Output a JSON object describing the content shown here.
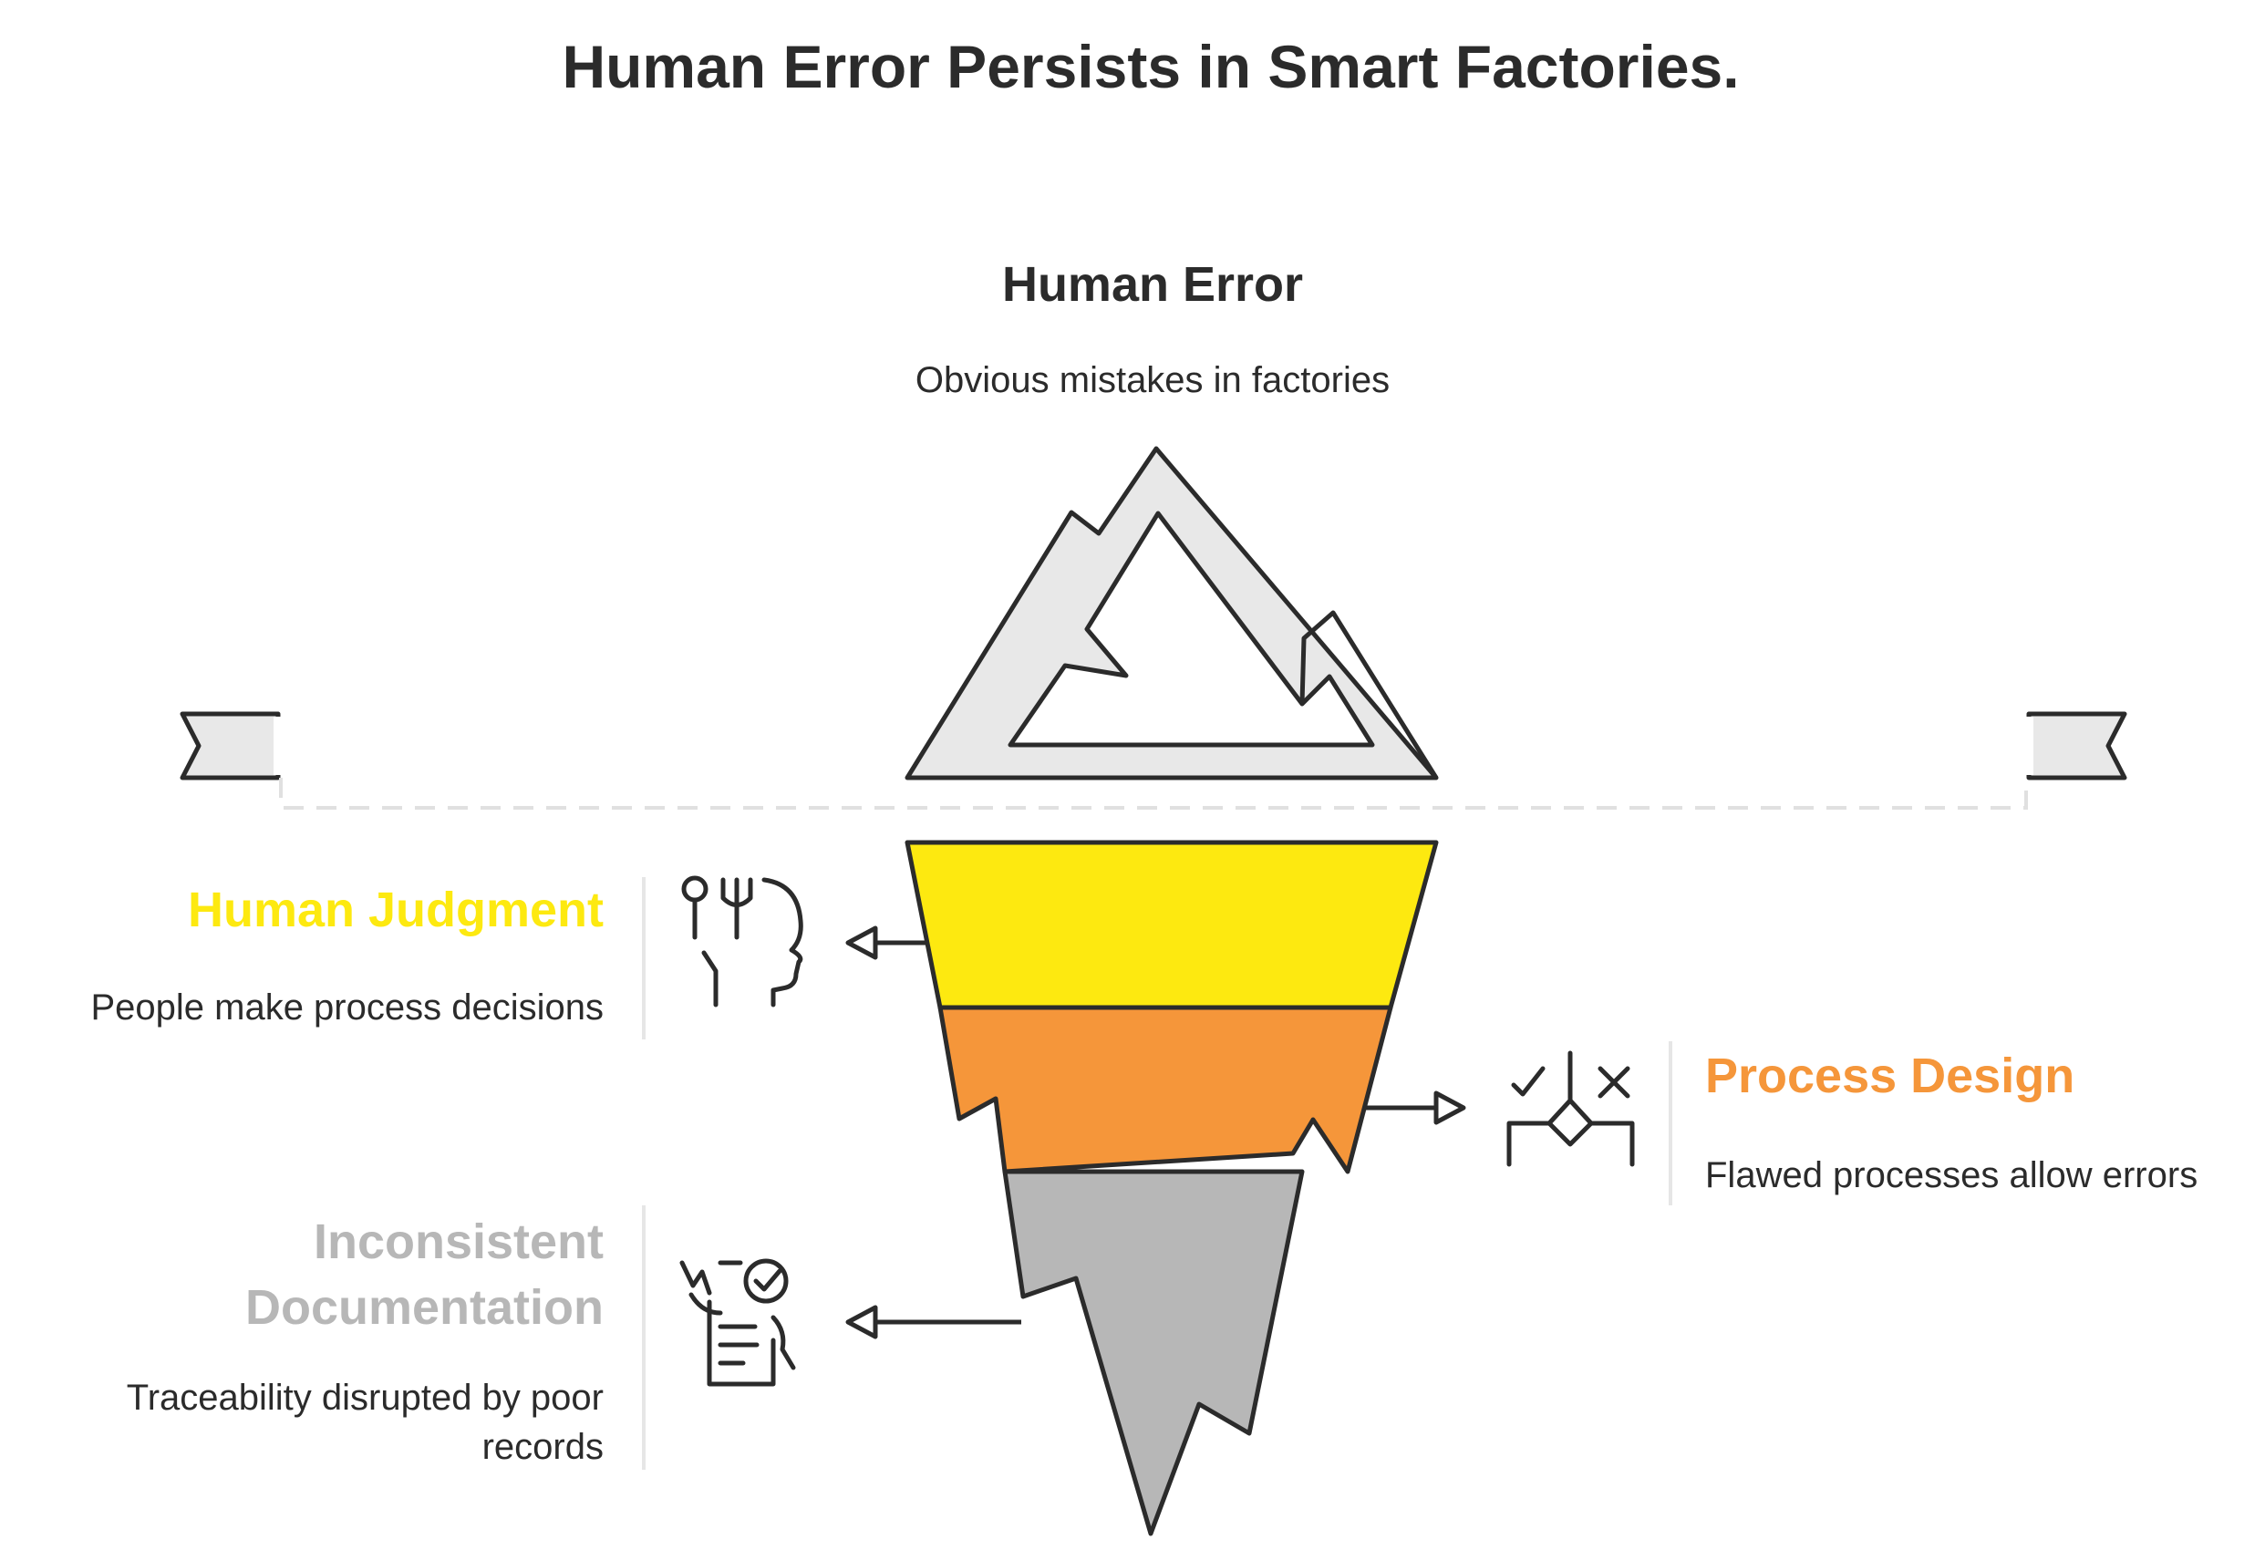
{
  "title": "Human Error Persists in Smart Factories.",
  "top": {
    "heading": "Human Error",
    "description": "Obvious mistakes in factories"
  },
  "layers": [
    {
      "label": "Human Judgment",
      "description_lines": [
        "People make process decisions"
      ],
      "color": "#FDE910",
      "icon": "head-choices-icon"
    },
    {
      "label": "Process Design",
      "description_lines": [
        "Flawed processes allow errors"
      ],
      "color": "#F5963A",
      "icon": "process-decision-icon"
    },
    {
      "label_lines": [
        "Inconsistent",
        "Documentation"
      ],
      "description_lines": [
        "Traceability disrupted by poor",
        "records"
      ],
      "color": "#B7B7B7",
      "icon": "document-checklist-icon"
    }
  ],
  "colors": {
    "ice_top": "#E8E8E8",
    "outline": "#2B2B2B",
    "water": "#E8E8E8"
  }
}
